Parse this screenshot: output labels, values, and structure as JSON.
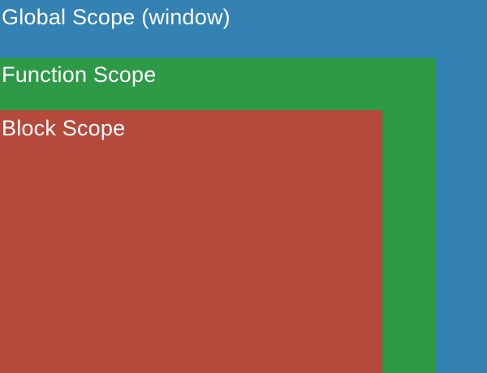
{
  "scopes": [
    {
      "label": "Global Scope (window)",
      "color": "#3481b4"
    },
    {
      "label": "Function Scope",
      "color": "#2e9a48"
    },
    {
      "label": "Block Scope",
      "color": "#b54a3c"
    }
  ]
}
